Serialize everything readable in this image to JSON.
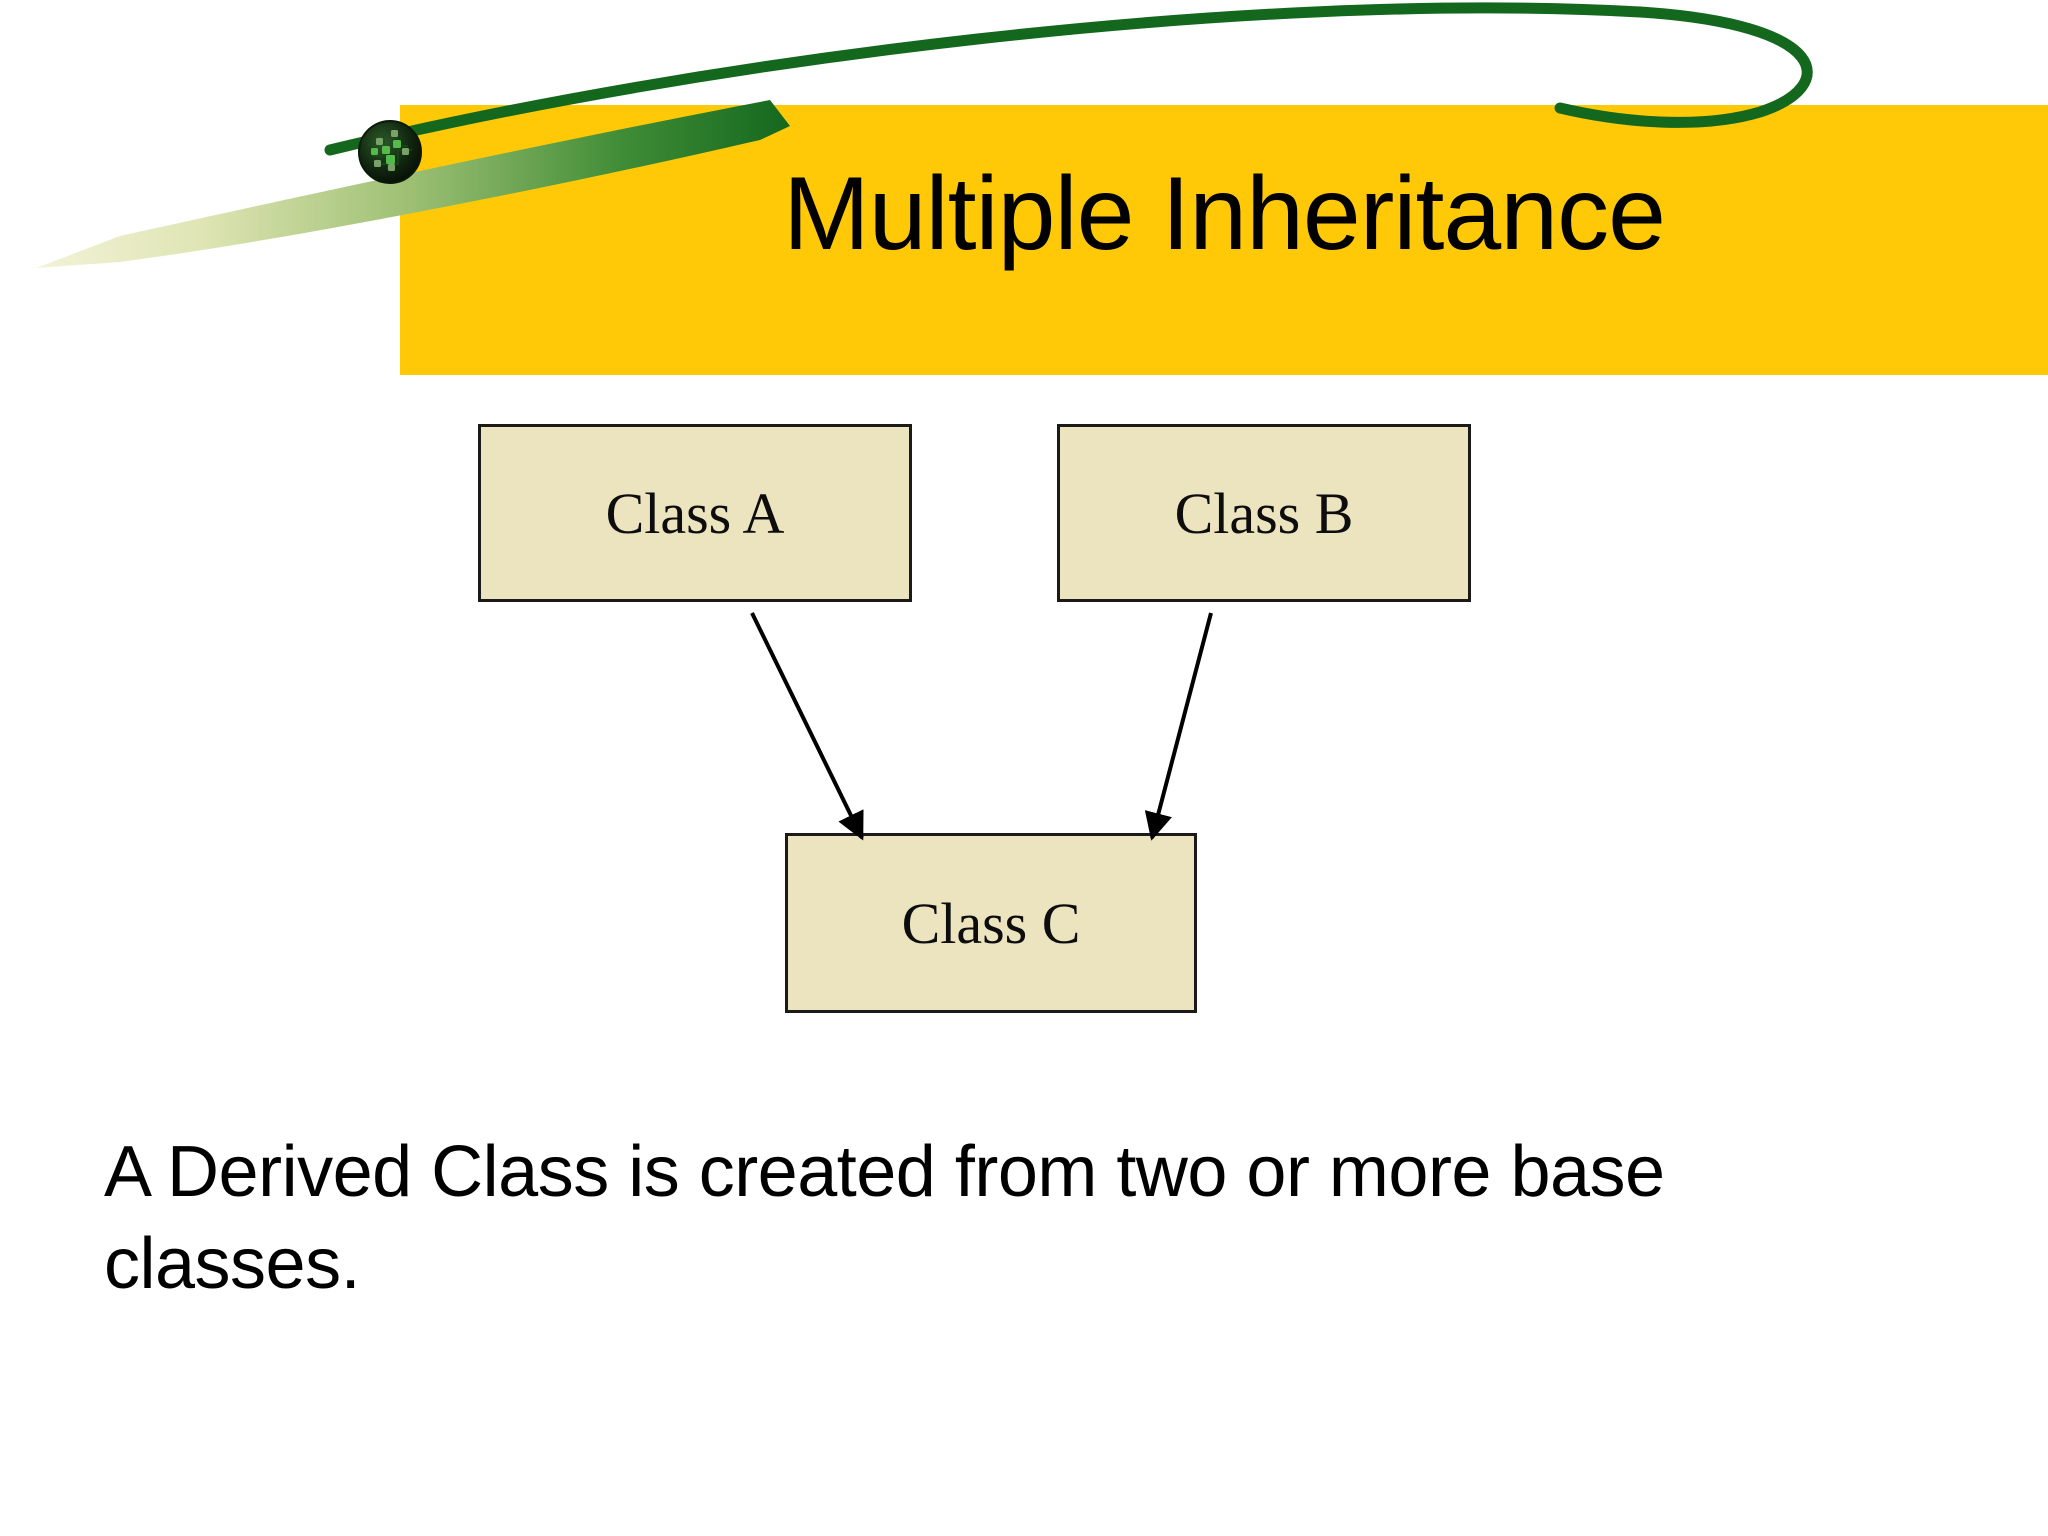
{
  "slide": {
    "title": "Multiple Inheritance",
    "body_text": "A Derived Class is created from two or more base classes.",
    "background_color": "#ffffff"
  },
  "theme": {
    "band_color": "#ffc907",
    "swoosh_color": "#14681e",
    "swoosh_tail_color": "#e8eec4",
    "box_fill": "#ece3bf",
    "box_border": "#1a1a1a",
    "text_color": "#000000",
    "ornament_color": "#0f2a10"
  },
  "decorations": {
    "swoosh_name": "green-swoosh-curve",
    "ornament_name": "circuit-sphere-ornament"
  },
  "diagram": {
    "type": "class-inheritance",
    "boxes": [
      {
        "id": "a",
        "label": "Class A",
        "role": "base-class"
      },
      {
        "id": "b",
        "label": "Class B",
        "role": "base-class"
      },
      {
        "id": "c",
        "label": "Class C",
        "role": "derived-class"
      }
    ],
    "arrows": [
      {
        "from": "a",
        "to": "c",
        "name": "arrow-class-a-to-class-c"
      },
      {
        "from": "b",
        "to": "c",
        "name": "arrow-class-b-to-class-c"
      }
    ]
  }
}
